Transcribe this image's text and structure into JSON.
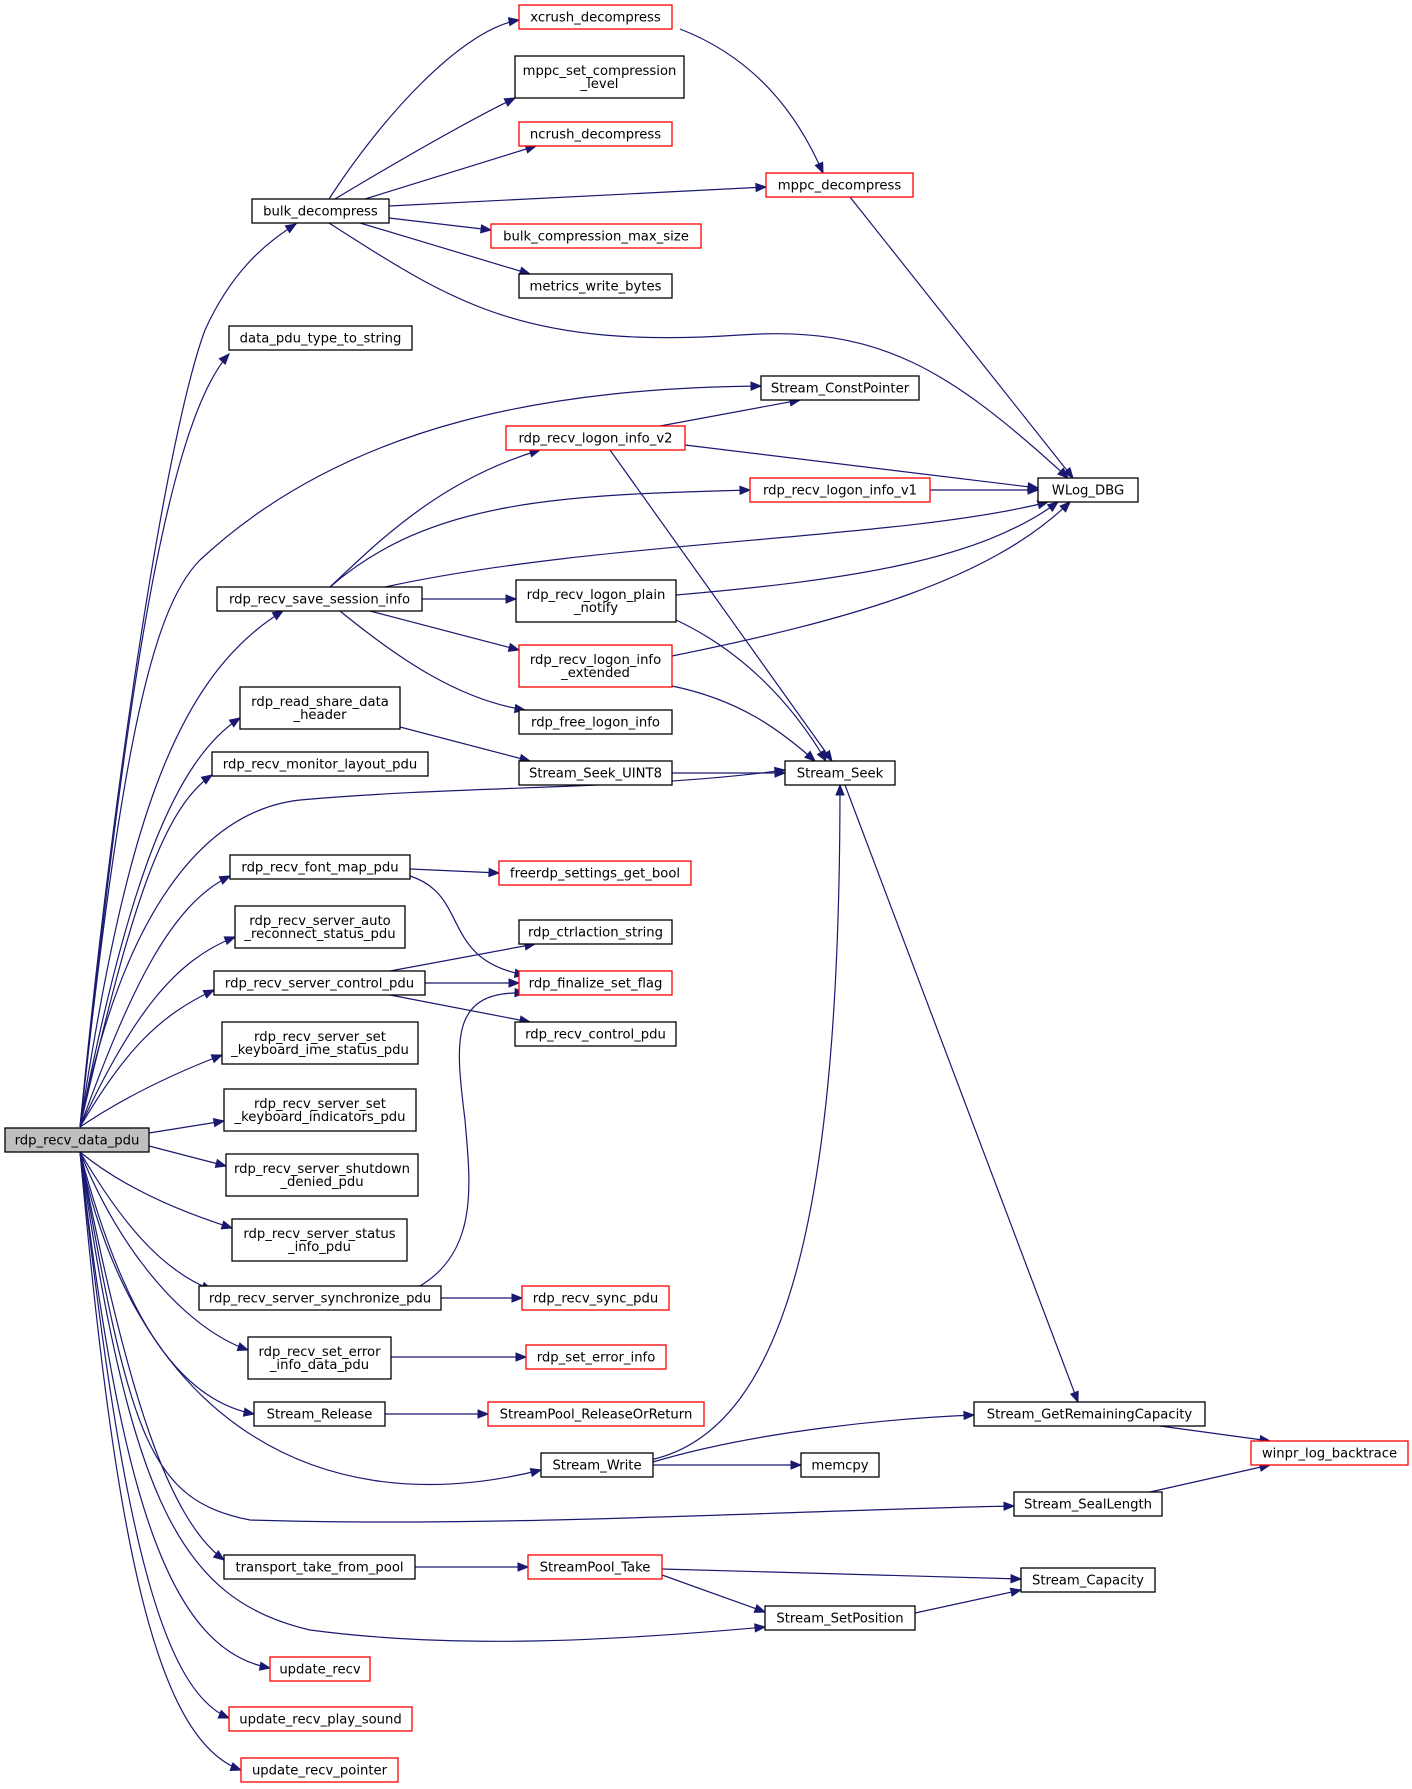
{
  "colors": {
    "edge": "#191970",
    "box_border": "#000000",
    "box_border_truncated": "#ff0000",
    "root_fill": "#bfbfbf",
    "box_fill": "#ffffff"
  },
  "nodes": [
    {
      "id": "rdp_recv_data_pdu",
      "lines": [
        "rdp_recv_data_pdu"
      ],
      "style": "root"
    },
    {
      "id": "bulk_decompress",
      "lines": [
        "bulk_decompress"
      ],
      "style": "normal"
    },
    {
      "id": "data_pdu_type_to_string",
      "lines": [
        "data_pdu_type_to_string"
      ],
      "style": "normal"
    },
    {
      "id": "rdp_recv_save_session_info",
      "lines": [
        "rdp_recv_save_session_info"
      ],
      "style": "normal"
    },
    {
      "id": "rdp_read_share_data_header",
      "lines": [
        "rdp_read_share_data",
        "_header"
      ],
      "style": "normal"
    },
    {
      "id": "rdp_recv_monitor_layout_pdu",
      "lines": [
        "rdp_recv_monitor_layout_pdu"
      ],
      "style": "normal"
    },
    {
      "id": "rdp_recv_font_map_pdu",
      "lines": [
        "rdp_recv_font_map_pdu"
      ],
      "style": "normal"
    },
    {
      "id": "rdp_recv_server_auto_reconnect_status_pdu",
      "lines": [
        "rdp_recv_server_auto",
        "_reconnect_status_pdu"
      ],
      "style": "normal"
    },
    {
      "id": "rdp_recv_server_control_pdu",
      "lines": [
        "rdp_recv_server_control_pdu"
      ],
      "style": "normal"
    },
    {
      "id": "rdp_recv_server_set_keyboard_ime_status_pdu",
      "lines": [
        "rdp_recv_server_set",
        "_keyboard_ime_status_pdu"
      ],
      "style": "normal"
    },
    {
      "id": "rdp_recv_server_set_keyboard_indicators_pdu",
      "lines": [
        "rdp_recv_server_set",
        "_keyboard_indicators_pdu"
      ],
      "style": "normal"
    },
    {
      "id": "rdp_recv_server_shutdown_denied_pdu",
      "lines": [
        "rdp_recv_server_shutdown",
        "_denied_pdu"
      ],
      "style": "normal"
    },
    {
      "id": "rdp_recv_server_status_info_pdu",
      "lines": [
        "rdp_recv_server_status",
        "_info_pdu"
      ],
      "style": "normal"
    },
    {
      "id": "rdp_recv_server_synchronize_pdu",
      "lines": [
        "rdp_recv_server_synchronize_pdu"
      ],
      "style": "normal"
    },
    {
      "id": "rdp_recv_set_error_info_data_pdu",
      "lines": [
        "rdp_recv_set_error",
        "_info_data_pdu"
      ],
      "style": "normal"
    },
    {
      "id": "Stream_Release",
      "lines": [
        "Stream_Release"
      ],
      "style": "normal"
    },
    {
      "id": "transport_take_from_pool",
      "lines": [
        "transport_take_from_pool"
      ],
      "style": "normal"
    },
    {
      "id": "update_recv",
      "lines": [
        "update_recv"
      ],
      "style": "truncated"
    },
    {
      "id": "update_recv_play_sound",
      "lines": [
        "update_recv_play_sound"
      ],
      "style": "truncated"
    },
    {
      "id": "update_recv_pointer",
      "lines": [
        "update_recv_pointer"
      ],
      "style": "truncated"
    },
    {
      "id": "xcrush_decompress",
      "lines": [
        "xcrush_decompress"
      ],
      "style": "truncated"
    },
    {
      "id": "mppc_set_compression_level",
      "lines": [
        "mppc_set_compression",
        "_level"
      ],
      "style": "normal"
    },
    {
      "id": "ncrush_decompress",
      "lines": [
        "ncrush_decompress"
      ],
      "style": "truncated"
    },
    {
      "id": "bulk_compression_max_size",
      "lines": [
        "bulk_compression_max_size"
      ],
      "style": "truncated"
    },
    {
      "id": "metrics_write_bytes",
      "lines": [
        "metrics_write_bytes"
      ],
      "style": "normal"
    },
    {
      "id": "rdp_recv_logon_info_v2",
      "lines": [
        "rdp_recv_logon_info_v2"
      ],
      "style": "truncated"
    },
    {
      "id": "rdp_recv_logon_plain_notify",
      "lines": [
        "rdp_recv_logon_plain",
        "_notify"
      ],
      "style": "normal"
    },
    {
      "id": "rdp_recv_logon_info_extended",
      "lines": [
        "rdp_recv_logon_info",
        "_extended"
      ],
      "style": "truncated"
    },
    {
      "id": "rdp_free_logon_info",
      "lines": [
        "rdp_free_logon_info"
      ],
      "style": "normal"
    },
    {
      "id": "Stream_Seek_UINT8",
      "lines": [
        "Stream_Seek_UINT8"
      ],
      "style": "normal"
    },
    {
      "id": "freerdp_settings_get_bool",
      "lines": [
        "freerdp_settings_get_bool"
      ],
      "style": "truncated"
    },
    {
      "id": "rdp_ctrlaction_string",
      "lines": [
        "rdp_ctrlaction_string"
      ],
      "style": "normal"
    },
    {
      "id": "rdp_finalize_set_flag",
      "lines": [
        "rdp_finalize_set_flag"
      ],
      "style": "truncated"
    },
    {
      "id": "rdp_recv_control_pdu",
      "lines": [
        "rdp_recv_control_pdu"
      ],
      "style": "normal"
    },
    {
      "id": "rdp_recv_sync_pdu",
      "lines": [
        "rdp_recv_sync_pdu"
      ],
      "style": "truncated"
    },
    {
      "id": "rdp_set_error_info",
      "lines": [
        "rdp_set_error_info"
      ],
      "style": "truncated"
    },
    {
      "id": "StreamPool_ReleaseOrReturn",
      "lines": [
        "StreamPool_ReleaseOrReturn"
      ],
      "style": "truncated"
    },
    {
      "id": "Stream_Write",
      "lines": [
        "Stream_Write"
      ],
      "style": "normal"
    },
    {
      "id": "StreamPool_Take",
      "lines": [
        "StreamPool_Take"
      ],
      "style": "truncated"
    },
    {
      "id": "mppc_decompress",
      "lines": [
        "mppc_decompress"
      ],
      "style": "truncated"
    },
    {
      "id": "Stream_ConstPointer",
      "lines": [
        "Stream_ConstPointer"
      ],
      "style": "normal"
    },
    {
      "id": "rdp_recv_logon_info_v1",
      "lines": [
        "rdp_recv_logon_info_v1"
      ],
      "style": "truncated"
    },
    {
      "id": "Stream_Seek",
      "lines": [
        "Stream_Seek"
      ],
      "style": "normal"
    },
    {
      "id": "memcpy",
      "lines": [
        "memcpy"
      ],
      "style": "normal"
    },
    {
      "id": "Stream_SetPosition",
      "lines": [
        "Stream_SetPosition"
      ],
      "style": "normal"
    },
    {
      "id": "WLog_DBG",
      "lines": [
        "WLog_DBG"
      ],
      "style": "normal"
    },
    {
      "id": "Stream_GetRemainingCapacity",
      "lines": [
        "Stream_GetRemainingCapacity"
      ],
      "style": "normal"
    },
    {
      "id": "Stream_SealLength",
      "lines": [
        "Stream_SealLength"
      ],
      "style": "normal"
    },
    {
      "id": "Stream_Capacity",
      "lines": [
        "Stream_Capacity"
      ],
      "style": "normal"
    },
    {
      "id": "winpr_log_backtrace",
      "lines": [
        "winpr_log_backtrace"
      ],
      "style": "truncated"
    }
  ],
  "edges": [
    [
      "rdp_recv_data_pdu",
      "bulk_decompress"
    ],
    [
      "rdp_recv_data_pdu",
      "data_pdu_type_to_string"
    ],
    [
      "rdp_recv_data_pdu",
      "Stream_ConstPointer"
    ],
    [
      "rdp_recv_data_pdu",
      "rdp_recv_save_session_info"
    ],
    [
      "rdp_recv_data_pdu",
      "rdp_read_share_data_header"
    ],
    [
      "rdp_recv_data_pdu",
      "rdp_recv_monitor_layout_pdu"
    ],
    [
      "rdp_recv_data_pdu",
      "Stream_Seek"
    ],
    [
      "rdp_recv_data_pdu",
      "rdp_recv_font_map_pdu"
    ],
    [
      "rdp_recv_data_pdu",
      "rdp_recv_server_auto_reconnect_status_pdu"
    ],
    [
      "rdp_recv_data_pdu",
      "rdp_recv_server_control_pdu"
    ],
    [
      "rdp_recv_data_pdu",
      "rdp_recv_server_set_keyboard_ime_status_pdu"
    ],
    [
      "rdp_recv_data_pdu",
      "rdp_recv_server_set_keyboard_indicators_pdu"
    ],
    [
      "rdp_recv_data_pdu",
      "rdp_recv_server_shutdown_denied_pdu"
    ],
    [
      "rdp_recv_data_pdu",
      "rdp_recv_server_status_info_pdu"
    ],
    [
      "rdp_recv_data_pdu",
      "rdp_recv_server_synchronize_pdu"
    ],
    [
      "rdp_recv_data_pdu",
      "rdp_recv_set_error_info_data_pdu"
    ],
    [
      "rdp_recv_data_pdu",
      "Stream_Release"
    ],
    [
      "rdp_recv_data_pdu",
      "Stream_Write"
    ],
    [
      "rdp_recv_data_pdu",
      "Stream_SealLength"
    ],
    [
      "rdp_recv_data_pdu",
      "transport_take_from_pool"
    ],
    [
      "rdp_recv_data_pdu",
      "Stream_SetPosition"
    ],
    [
      "rdp_recv_data_pdu",
      "update_recv"
    ],
    [
      "rdp_recv_data_pdu",
      "update_recv_play_sound"
    ],
    [
      "rdp_recv_data_pdu",
      "update_recv_pointer"
    ],
    [
      "bulk_decompress",
      "xcrush_decompress"
    ],
    [
      "bulk_decompress",
      "mppc_set_compression_level"
    ],
    [
      "bulk_decompress",
      "ncrush_decompress"
    ],
    [
      "bulk_decompress",
      "mppc_decompress"
    ],
    [
      "bulk_decompress",
      "bulk_compression_max_size"
    ],
    [
      "bulk_decompress",
      "metrics_write_bytes"
    ],
    [
      "bulk_decompress",
      "WLog_DBG"
    ],
    [
      "xcrush_decompress",
      "mppc_decompress"
    ],
    [
      "mppc_decompress",
      "WLog_DBG"
    ],
    [
      "rdp_recv_save_session_info",
      "rdp_recv_logon_info_v2"
    ],
    [
      "rdp_recv_save_session_info",
      "rdp_recv_logon_info_v1"
    ],
    [
      "rdp_recv_save_session_info",
      "WLog_DBG"
    ],
    [
      "rdp_recv_save_session_info",
      "rdp_recv_logon_plain_notify"
    ],
    [
      "rdp_recv_save_session_info",
      "rdp_recv_logon_info_extended"
    ],
    [
      "rdp_recv_save_session_info",
      "rdp_free_logon_info"
    ],
    [
      "rdp_recv_logon_info_v2",
      "Stream_ConstPointer"
    ],
    [
      "rdp_recv_logon_info_v2",
      "WLog_DBG"
    ],
    [
      "rdp_recv_logon_info_v2",
      "Stream_Seek"
    ],
    [
      "rdp_recv_logon_info_v1",
      "WLog_DBG"
    ],
    [
      "rdp_recv_logon_plain_notify",
      "WLog_DBG"
    ],
    [
      "rdp_recv_logon_plain_notify",
      "Stream_Seek"
    ],
    [
      "rdp_recv_logon_info_extended",
      "WLog_DBG"
    ],
    [
      "rdp_recv_logon_info_extended",
      "Stream_Seek"
    ],
    [
      "rdp_read_share_data_header",
      "Stream_Seek_UINT8"
    ],
    [
      "Stream_Seek_UINT8",
      "Stream_Seek"
    ],
    [
      "Stream_Seek",
      "Stream_GetRemainingCapacity"
    ],
    [
      "rdp_recv_font_map_pdu",
      "freerdp_settings_get_bool"
    ],
    [
      "rdp_recv_font_map_pdu",
      "rdp_finalize_set_flag"
    ],
    [
      "rdp_recv_server_control_pdu",
      "rdp_ctrlaction_string"
    ],
    [
      "rdp_recv_server_control_pdu",
      "rdp_finalize_set_flag"
    ],
    [
      "rdp_recv_server_control_pdu",
      "rdp_recv_control_pdu"
    ],
    [
      "rdp_recv_server_synchronize_pdu",
      "rdp_finalize_set_flag"
    ],
    [
      "rdp_recv_server_synchronize_pdu",
      "rdp_recv_sync_pdu"
    ],
    [
      "rdp_recv_set_error_info_data_pdu",
      "rdp_set_error_info"
    ],
    [
      "Stream_Release",
      "StreamPool_ReleaseOrReturn"
    ],
    [
      "Stream_Write",
      "Stream_Seek"
    ],
    [
      "Stream_Write",
      "Stream_GetRemainingCapacity"
    ],
    [
      "Stream_Write",
      "memcpy"
    ],
    [
      "Stream_GetRemainingCapacity",
      "winpr_log_backtrace"
    ],
    [
      "Stream_SealLength",
      "winpr_log_backtrace"
    ],
    [
      "transport_take_from_pool",
      "StreamPool_Take"
    ],
    [
      "StreamPool_Take",
      "Stream_Capacity"
    ],
    [
      "StreamPool_Take",
      "Stream_SetPosition"
    ],
    [
      "Stream_SetPosition",
      "Stream_Capacity"
    ]
  ]
}
